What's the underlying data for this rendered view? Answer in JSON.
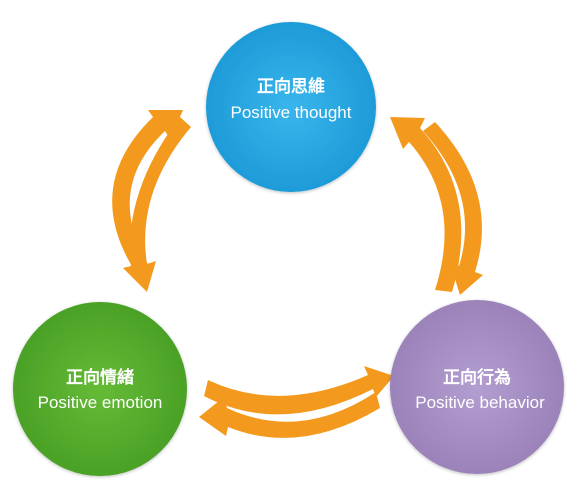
{
  "colors": {
    "arrow": "#f39a1e",
    "thought": "#29a9e3",
    "emotion": "#57ae2d",
    "behavior": "#a891c5",
    "text": "#ffffff"
  },
  "nodes": {
    "thought": {
      "title": "正向思維",
      "subtitle": "Positive thought"
    },
    "emotion": {
      "title": "正向情緒",
      "subtitle": "Positive emotion"
    },
    "behavior": {
      "title": "正向行為",
      "subtitle": "Positive behavior"
    }
  }
}
